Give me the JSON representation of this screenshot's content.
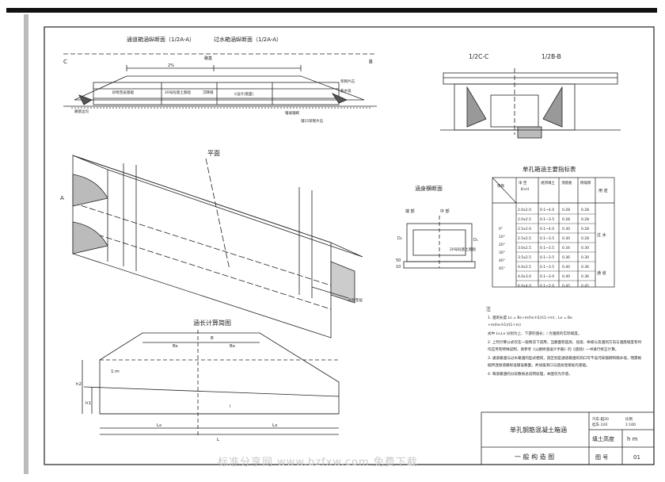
{
  "drawing": {
    "section_titles": {
      "channel_culvert": "通道箱涵纵断面（1/2A-A）",
      "water_culvert": "过水箱涵纵断面（1/2A-A）",
      "cc": "1/2C-C",
      "bb": "1/2B-B",
      "plan": "平面",
      "culvert_section": "涵身横断面",
      "length_calc": "涵长计算简图"
    },
    "labels": {
      "C_left": "C",
      "B_right": "B",
      "roadbed": "路基",
      "width_marker": "2%",
      "gravel_base": "砂砾垫层基础",
      "rc_slab": "20号砼基土基础",
      "settlement_joint": "沉降缝",
      "slope_ratio": "i(设计/底面)",
      "apron": "浆砌片石",
      "cutoff_wall": "截水墙",
      "slope_protect": "锥坡铺砌",
      "fill": "填土",
      "side_ditch": "路基边沟",
      "rc_note": "20号砼基土基础",
      "riprap": "铺15浆砌片石",
      "gravel_bed": "砂砾垫层",
      "A_mark": "A",
      "skew_angles": [
        "0°",
        "10°",
        "20°",
        "30°",
        "40°",
        "45°"
      ],
      "section_parts": [
        "端 部",
        "中 部"
      ],
      "dims": [
        "D₂",
        "D₁",
        "50",
        "10"
      ],
      "calc_labels": {
        "B": "B",
        "Bs": "Bs",
        "Bx": "Bx",
        "Ls": "Ls",
        "Lx": "Lx",
        "L": "L",
        "h1": "h1",
        "h2": "h2",
        "m": "1:m",
        "i": "i"
      }
    },
    "table": {
      "title": "单孔箱涵主要指标表",
      "col_headers": [
        "项目\n斜交角度",
        "净 空\nB×H\n(m)",
        "涵顶填土\n高度 H\n(m)",
        "顶底板\n厚度 D₁\n(m)",
        "侧墙厚\nD₂\n(m)",
        "用 途"
      ],
      "rows": [
        [
          "2.0x2.0",
          "0.1~4.0",
          "0.28",
          "0.28"
        ],
        [
          "2.0x2.5",
          "0.1~3.5",
          "0.28",
          "0.28"
        ],
        [
          "2.5x2.0",
          "0.1~4.0",
          "0.30",
          "0.28"
        ],
        [
          "2.5x2.5",
          "0.1~3.5",
          "0.30",
          "0.28"
        ],
        [
          "3.0x2.5",
          "0.1~3.5",
          "0.34",
          "0.30"
        ],
        [
          "3.5x2.5",
          "0.1~3.5",
          "0.36",
          "0.30"
        ],
        [
          "4.0x2.5",
          "0.1~3.5",
          "0.40",
          "0.36"
        ],
        [
          "4.0x3.0",
          "0.1~3.0",
          "0.40",
          "0.36"
        ],
        [
          "6.0x4.0",
          "0.1~2.0",
          "0.45",
          "0.45"
        ]
      ],
      "use_water": "过 水",
      "use_road": "通 道"
    },
    "notes": {
      "heading": "注",
      "items": [
        "1. 涵洞长度  Ls = Bs+m(hs-h1)/(1-i·m) ,  Lx = Bx+m(hx-h1)/(1-i·m)",
        "式中 Ls,Lx 分别为上、下游的涵长；i 为涵底的实际坡度。",
        "2. 上列计算公式仅在一般情况下适用，当路面有超高、加宽、纵坡以及涵洞方向与涵底坡度有时均应另有特殊说明，请参考《公路桥涵设计手册》的《涵洞》一书进行修正计算。",
        "3. 通道箱涵与过水箱涵的型式相同，其区别是通道箱涵的洞口可不设河床铺砌和隔水墙，而需根据所连接道路标准铺设路面，并加强洞口与涵身连接处的基础。",
        "4. 每道箱涵的分段数按总说明处理，本图仅为示意。"
      ]
    },
    "title_block": {
      "name": "单孔钢筋混凝土箱涵",
      "subtitle": "一 般 构 造 图",
      "field_fill": "填土高度",
      "fill_unit": "h m",
      "field_no": "图 号",
      "no": "01",
      "load_label": "汽车-超20",
      "load_sub": "挂车-120",
      "scale_label": "比例",
      "scale_val": "1:100"
    },
    "watermark": "标准分享网  www.bzfxw.com  免费下载"
  }
}
